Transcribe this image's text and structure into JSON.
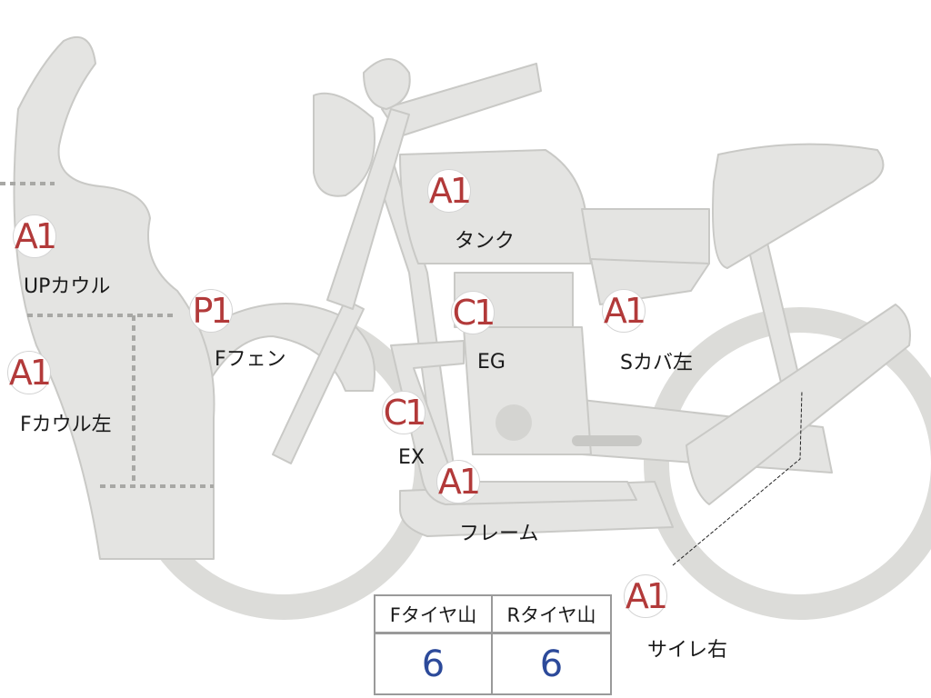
{
  "parts": [
    {
      "id": "up-cowl",
      "grade": "A1",
      "label": "UPカウル"
    },
    {
      "id": "f-cowl-left",
      "grade": "A1",
      "label": "Fカウル左"
    },
    {
      "id": "f-fender",
      "grade": "P1",
      "label": "Fフェン"
    },
    {
      "id": "tank",
      "grade": "A1",
      "label": "タンク"
    },
    {
      "id": "engine",
      "grade": "C1",
      "label": "EG"
    },
    {
      "id": "side-cover-left",
      "grade": "A1",
      "label": "Sカバ左"
    },
    {
      "id": "exhaust",
      "grade": "C1",
      "label": "EX"
    },
    {
      "id": "frame",
      "grade": "A1",
      "label": "フレーム"
    },
    {
      "id": "silencer-right",
      "grade": "A1",
      "label": "サイレ右"
    }
  ],
  "tires": {
    "front_header": "Fタイヤ山",
    "rear_header": "Rタイヤ山",
    "front_value": "6",
    "rear_value": "6"
  },
  "colors": {
    "body_fill": "#e4e4e2",
    "outline": "#c9c9c6",
    "grade_text": "#b23a3a",
    "tire_value_text": "#2c4a9a"
  }
}
